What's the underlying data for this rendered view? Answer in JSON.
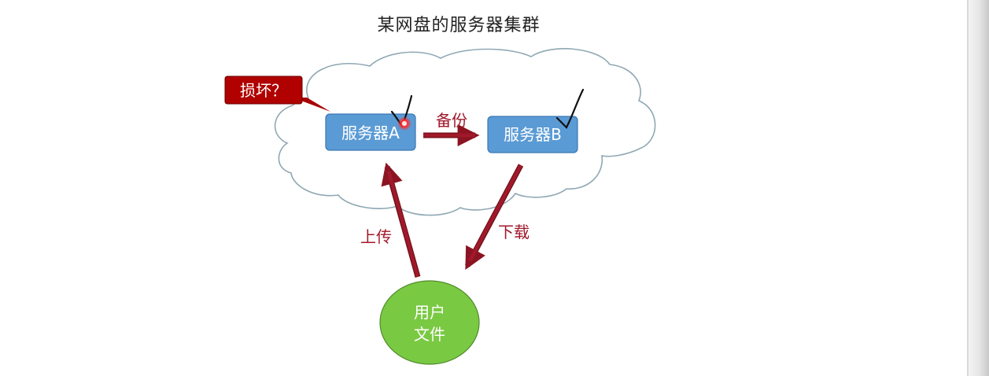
{
  "title": "某网盘的服务器集群",
  "callout": {
    "text": "损坏？"
  },
  "server_a": {
    "label": "服务器A"
  },
  "server_b": {
    "label": "服务器B"
  },
  "arrows": {
    "backup": "备份",
    "upload": "上传",
    "download": "下载"
  },
  "user_file": {
    "line1": "用户",
    "line2": "文件"
  },
  "colors": {
    "server_fill": "#5b9bd5",
    "arrow": "#a0192a",
    "callout": "#b00000",
    "user_fill": "#7ac943",
    "cloud_stroke": "#8fa8b4"
  }
}
